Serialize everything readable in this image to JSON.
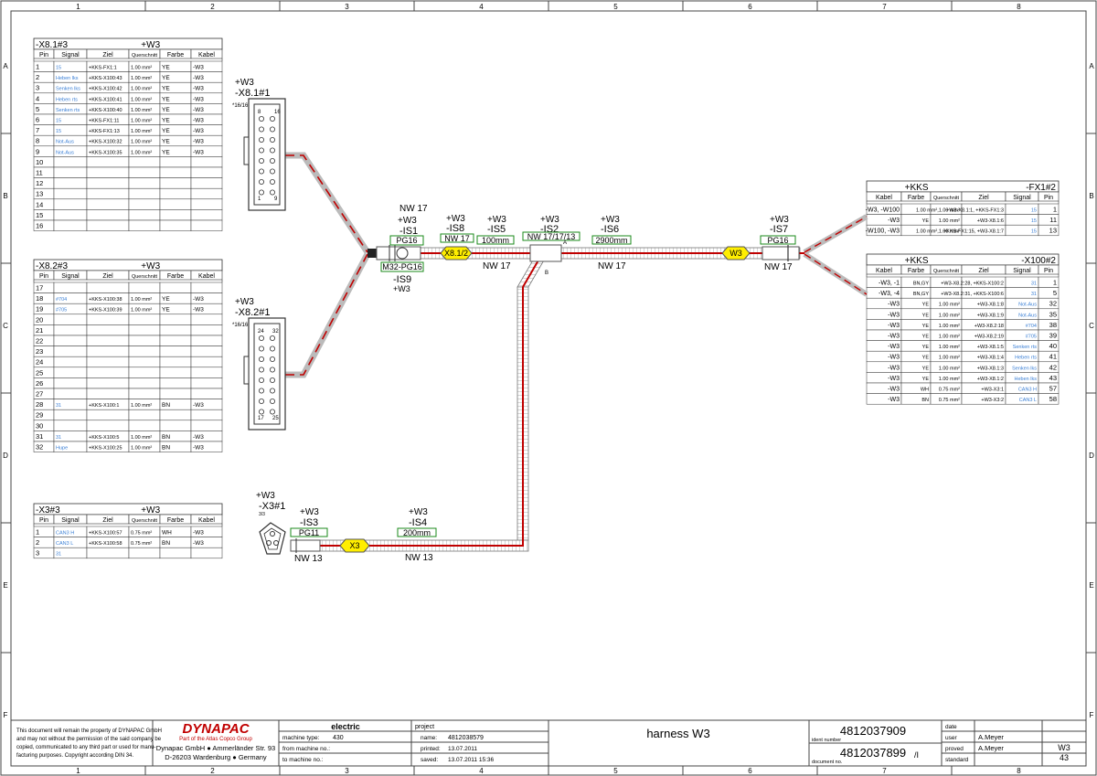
{
  "columns": [
    "1",
    "2",
    "3",
    "4",
    "5",
    "6",
    "7",
    "8"
  ],
  "rows": [
    "A",
    "B",
    "C",
    "D",
    "E",
    "F"
  ],
  "colors": {
    "cable": "#c00000",
    "label_box": "#1a8a1a",
    "sleeve": "#ffee00",
    "signal_text": "#3a7fd5"
  },
  "table_headers": {
    "conn": [
      "Pin",
      "Signal",
      "Ziel",
      "Querschnitt",
      "Farbe",
      "Kabel"
    ],
    "kks": [
      "Kabel",
      "Farbe",
      "Querschnitt",
      "Ziel",
      "Signal",
      "Pin"
    ]
  },
  "table_x81": {
    "name": "-X8.1#3",
    "owner": "+W3",
    "rows": [
      [
        "1",
        "15",
        "+KKS-FX1:1",
        "1.00 mm²",
        "YE",
        "-W3"
      ],
      [
        "2",
        "Heben lks",
        "+KKS-X100:43",
        "1.00 mm²",
        "YE",
        "-W3"
      ],
      [
        "3",
        "Senken lks",
        "+KKS-X100:42",
        "1.00 mm²",
        "YE",
        "-W3"
      ],
      [
        "4",
        "Heben rts",
        "+KKS-X100:41",
        "1.00 mm²",
        "YE",
        "-W3"
      ],
      [
        "5",
        "Senken rts",
        "+KKS-X100:40",
        "1.00 mm²",
        "YE",
        "-W3"
      ],
      [
        "6",
        "15",
        "+KKS-FX1:11",
        "1.00 mm²",
        "YE",
        "-W3"
      ],
      [
        "7",
        "15",
        "+KKS-FX1:13",
        "1.00 mm²",
        "YE",
        "-W3"
      ],
      [
        "8",
        "Not-Aus",
        "+KKS-X100:32",
        "1.00 mm²",
        "YE",
        "-W3"
      ],
      [
        "9",
        "Not-Aus",
        "+KKS-X100:35",
        "1.00 mm²",
        "YE",
        "-W3"
      ],
      [
        "10",
        "",
        "",
        "",
        "",
        ""
      ],
      [
        "11",
        "",
        "",
        "",
        "",
        ""
      ],
      [
        "12",
        "",
        "",
        "",
        "",
        ""
      ],
      [
        "13",
        "",
        "",
        "",
        "",
        ""
      ],
      [
        "14",
        "",
        "",
        "",
        "",
        ""
      ],
      [
        "15",
        "",
        "",
        "",
        "",
        ""
      ],
      [
        "16",
        "",
        "",
        "",
        "",
        ""
      ]
    ]
  },
  "table_x82": {
    "name": "-X8.2#3",
    "owner": "+W3",
    "rows": [
      [
        "17",
        "",
        "",
        "",
        "",
        ""
      ],
      [
        "18",
        "#704",
        "+KKS-X100:38",
        "1.00 mm²",
        "YE",
        "-W3"
      ],
      [
        "19",
        "#705",
        "+KKS-X100:39",
        "1.00 mm²",
        "YE",
        "-W3"
      ],
      [
        "20",
        "",
        "",
        "",
        "",
        ""
      ],
      [
        "21",
        "",
        "",
        "",
        "",
        ""
      ],
      [
        "22",
        "",
        "",
        "",
        "",
        ""
      ],
      [
        "23",
        "",
        "",
        "",
        "",
        ""
      ],
      [
        "24",
        "",
        "",
        "",
        "",
        ""
      ],
      [
        "25",
        "",
        "",
        "",
        "",
        ""
      ],
      [
        "26",
        "",
        "",
        "",
        "",
        ""
      ],
      [
        "27",
        "",
        "",
        "",
        "",
        ""
      ],
      [
        "28",
        "31",
        "+KKS-X100:1",
        "1.00 mm²",
        "BN",
        "-W3"
      ],
      [
        "29",
        "",
        "",
        "",
        "",
        ""
      ],
      [
        "30",
        "",
        "",
        "",
        "",
        ""
      ],
      [
        "31",
        "31",
        "+KKS-X100:5",
        "1.00 mm²",
        "BN",
        "-W3"
      ],
      [
        "32",
        "Hupe",
        "+KKS-X100:25",
        "1.00 mm²",
        "BN",
        "-W3"
      ]
    ]
  },
  "table_x3": {
    "name": "-X3#3",
    "owner": "+W3",
    "rows": [
      [
        "1",
        "CAN3 H",
        "+KKS-X100:57",
        "0.75 mm²",
        "WH",
        "-W3"
      ],
      [
        "2",
        "CAN3 L",
        "+KKS-X100:58",
        "0.75 mm²",
        "BN",
        "-W3"
      ],
      [
        "3",
        "31",
        "",
        "",
        "",
        ""
      ]
    ]
  },
  "table_fx1": {
    "name": "-FX1#2",
    "owner": "+KKS",
    "rows": [
      [
        "-W3, -W100",
        "",
        "1.00 mm²,1.00 mm²",
        "+W3-X8.1:1, +KKS-FX1:3",
        "15",
        "1"
      ],
      [
        "-W3",
        "YE",
        "1.00 mm²",
        "+W3-X8.1:6",
        "15",
        "11"
      ],
      [
        "-W100, -W3",
        "",
        "1.00 mm²,1.00 mm²",
        "+KKS-FX1:15, +W3-X8.1:7",
        "15",
        "13"
      ]
    ]
  },
  "table_x100": {
    "name": "-X100#2",
    "owner": "+KKS",
    "rows": [
      [
        "-W3, -1",
        "BN,GY",
        "",
        "+W3-X8.2:28, +KKS-X100:2",
        "31",
        "1"
      ],
      [
        "-W3, -4",
        "BN,GY",
        "",
        "+W3-X8.2:31, +KKS-X100:6",
        "31",
        "5"
      ],
      [
        "-W3",
        "YE",
        "1.00 mm²",
        "+W3-X8.1:8",
        "Not-Aus",
        "32"
      ],
      [
        "-W3",
        "YE",
        "1.00 mm²",
        "+W3-X8.1:9",
        "Not-Aus",
        "35"
      ],
      [
        "-W3",
        "YE",
        "1.00 mm²",
        "+W3-X8.2:18",
        "#704",
        "38"
      ],
      [
        "-W3",
        "YE",
        "1.00 mm²",
        "+W3-X8.2:19",
        "#705",
        "39"
      ],
      [
        "-W3",
        "YE",
        "1.00 mm²",
        "+W3-X8.1:5",
        "Senken rts",
        "40"
      ],
      [
        "-W3",
        "YE",
        "1.00 mm²",
        "+W3-X8.1:4",
        "Heben rts",
        "41"
      ],
      [
        "-W3",
        "YE",
        "1.00 mm²",
        "+W3-X8.1:3",
        "Senken lks",
        "42"
      ],
      [
        "-W3",
        "YE",
        "1.00 mm²",
        "+W3-X8.1:2",
        "Heben lks",
        "43"
      ],
      [
        "-W3",
        "WH",
        "0.75 mm²",
        "+W3-X3:1",
        "CAN3 H",
        "57"
      ],
      [
        "-W3",
        "BN",
        "0.75 mm²",
        "+W3-X3:2",
        "CAN3 L",
        "58"
      ]
    ]
  },
  "connectors": {
    "x81": {
      "plus": "+W3",
      "name": "-X8.1#1",
      "poles": "*16/16",
      "pin_a": "8",
      "pin_b": "16",
      "pin_c": "1",
      "pin_d": "9"
    },
    "x82": {
      "plus": "+W3",
      "name": "-X8.2#1",
      "poles": "*16/16",
      "pin_a": "24",
      "pin_b": "32",
      "pin_c": "17",
      "pin_d": "25"
    },
    "x3": {
      "plus": "+W3",
      "name": "-X3#1",
      "poles": "3/3"
    }
  },
  "harness": {
    "is1": {
      "nw": "NW 17",
      "plus": "+W3",
      "name": "-IS1",
      "box": "PG16"
    },
    "is9": {
      "box": "M32-PG16",
      "name": "-IS9",
      "plus": "+W3"
    },
    "sleeve1": "X8.1/2",
    "is8": {
      "plus": "+W3",
      "name": "-IS8",
      "box": "NW 17"
    },
    "is5": {
      "plus": "+W3",
      "name": "-IS5",
      "box": "100mm",
      "nw": "NW 17"
    },
    "is2": {
      "plus": "+W3",
      "name": "-IS2",
      "box": "NW 17/17/13",
      "a": "A",
      "b": "B"
    },
    "is6": {
      "plus": "+W3",
      "name": "-IS6",
      "box": "2900mm",
      "nw": "NW 17"
    },
    "sleeve_w3": "W3",
    "is7": {
      "plus": "+W3",
      "name": "-IS7",
      "box": "PG16",
      "nw": "NW 17"
    },
    "is3": {
      "plus": "+W3",
      "name": "-IS3",
      "box": "PG11",
      "nw": "NW 13"
    },
    "sleeve_x3": "X3",
    "is4": {
      "plus": "+W3",
      "name": "-IS4",
      "box": "200mm",
      "nw": "NW 13"
    }
  },
  "title_block": {
    "disclaimer": [
      "This document will remain the property of DYNAPAC GmbH",
      "and may not without the permission of the said company be",
      "copied, communicated to any third part or used for manu-",
      "facturing purposes. Copyright according DIN 34."
    ],
    "logo": "DYNAPAC",
    "logo_sub": "Part of the Atlas Copco Group",
    "address1": "Dynapac GmbH ● Ammerländer Str. 93",
    "address2": "D-26203 Wardenburg ● Germany",
    "electric": "electric",
    "machine_type_label": "machine type:",
    "machine_type": "430",
    "from_machine_label": "from machine no.:",
    "to_machine_label": "to machine no.:",
    "project_label": "project",
    "name_label": "name:",
    "name": "4812038579",
    "printed_label": "printed:",
    "printed": "13.07.2011",
    "saved_label": "saved:",
    "saved": "13.07.2011  15:36",
    "title": "harness W3",
    "ident_number": "4812037909",
    "ident_label": "ident number",
    "document_number": "4812037899",
    "document_suffix": "/I",
    "document_label": "document no.",
    "date_label": "date",
    "user_label": "user",
    "user": "A.Meyer",
    "proved_label": "proved",
    "proved": "A.Meyer",
    "standard_label": "standard",
    "sheet_id": "W3",
    "sheet_no": "43"
  }
}
